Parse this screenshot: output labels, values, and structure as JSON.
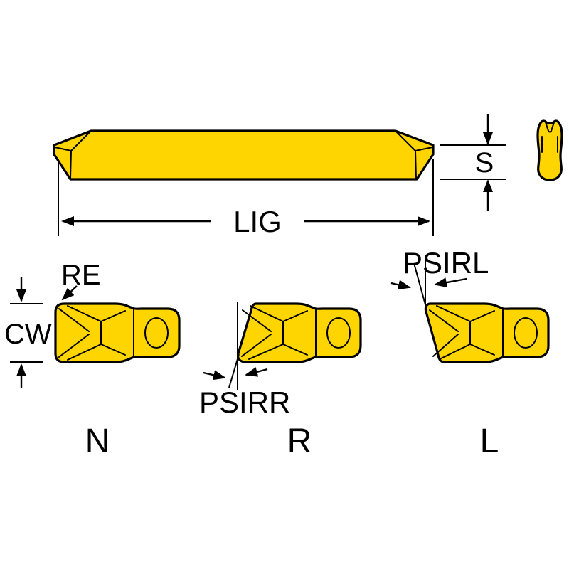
{
  "diagram": {
    "labels": {
      "thickness": "S",
      "length": "LIG",
      "corner_radius": "RE",
      "cutting_width": "CW",
      "angle_right": "PSIRR",
      "angle_left": "PSIRL"
    },
    "variants": {
      "neutral": "N",
      "right": "R",
      "left": "L"
    },
    "colors": {
      "insert": "#FFD500",
      "line": "#000000",
      "background": "#FFFFFF"
    }
  }
}
